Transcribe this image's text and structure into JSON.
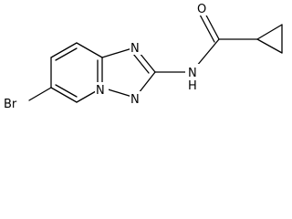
{
  "molecule": {
    "atoms": {
      "bromine": "Br",
      "bridge_nitrogen": "N",
      "triazole_nitrogen_upper": "N",
      "triazole_nitrogen_lower": "N",
      "amide_nitrogen": "N",
      "amide_hydrogen": "H",
      "carbonyl_oxygen": "O"
    }
  }
}
